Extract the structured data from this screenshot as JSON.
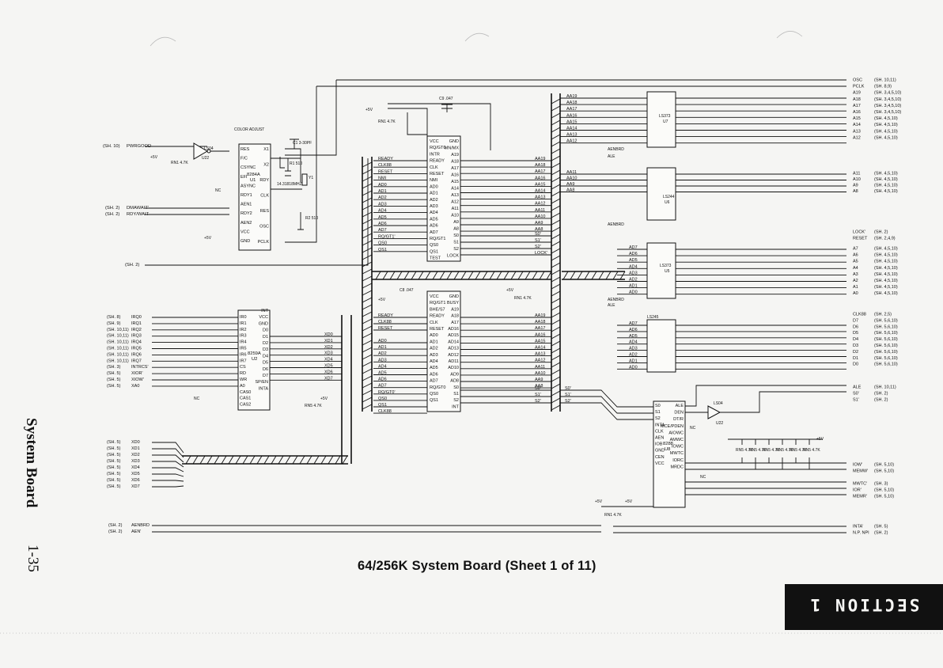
{
  "caption": "64/256K System Board (Sheet 1 of 11)",
  "side_title": "System Board",
  "side_page": "1-35",
  "section_tab": "SECTION 1",
  "left_signals": [
    {
      "ref": "(SH. 10)",
      "name": "PWRGOOD"
    },
    {
      "ref": "(SH. 2)",
      "name": "DMAWAIT'"
    },
    {
      "ref": "(SH. 2)",
      "name": "RDY/WAIT"
    },
    {
      "ref": "(SH. 2)",
      "name": ""
    }
  ],
  "irq_signals": [
    {
      "ref": "(SH. 8)",
      "name": "IRQ0"
    },
    {
      "ref": "(SH. 9)",
      "name": "IRQ1"
    },
    {
      "ref": "(SH. 10,11)",
      "name": "IRQ2"
    },
    {
      "ref": "(SH. 10,11)",
      "name": "IRQ3"
    },
    {
      "ref": "(SH. 10,11)",
      "name": "IRQ4"
    },
    {
      "ref": "(SH. 10,11)",
      "name": "IRQ5"
    },
    {
      "ref": "(SH. 10,11)",
      "name": "IRQ6"
    },
    {
      "ref": "(SH. 10,11)",
      "name": "IRQ7"
    },
    {
      "ref": "(SH. 3)",
      "name": "INTRCS'"
    },
    {
      "ref": "(SH. 5)",
      "name": "XIOR'"
    },
    {
      "ref": "(SH. 5)",
      "name": "XIOW'"
    },
    {
      "ref": "(SH. 5)",
      "name": "XA0"
    }
  ],
  "xd_signals": [
    {
      "ref": "(SH. 5)",
      "name": "XD0"
    },
    {
      "ref": "(SH. 5)",
      "name": "XD1"
    },
    {
      "ref": "(SH. 5)",
      "name": "XD2"
    },
    {
      "ref": "(SH. 5)",
      "name": "XD3"
    },
    {
      "ref": "(SH. 5)",
      "name": "XD4"
    },
    {
      "ref": "(SH. 5)",
      "name": "XD5"
    },
    {
      "ref": "(SH. 5)",
      "name": "XD6"
    },
    {
      "ref": "(SH. 5)",
      "name": "XD7"
    }
  ],
  "aen_signals": [
    {
      "ref": "(SH. 2)",
      "name": "AENBRD"
    },
    {
      "ref": "(SH. 2)",
      "name": "AEN'"
    }
  ],
  "right_signals_top": [
    {
      "name": "OSC",
      "ref": "(SH. 10,11)"
    },
    {
      "name": "PCLK",
      "ref": "(SH. 8,9)"
    },
    {
      "name": "A19",
      "ref": "(SH. 3,4,5,10)"
    },
    {
      "name": "A18",
      "ref": "(SH. 3,4,5,10)"
    },
    {
      "name": "A17",
      "ref": "(SH. 3,4,5,10)"
    },
    {
      "name": "A16",
      "ref": "(SH. 3,4,5,10)"
    },
    {
      "name": "A15",
      "ref": "(SH. 4,5,10)"
    },
    {
      "name": "A14",
      "ref": "(SH. 4,5,10)"
    },
    {
      "name": "A13",
      "ref": "(SH. 4,5,10)"
    },
    {
      "name": "A12",
      "ref": "(SH. 4,5,10)"
    }
  ],
  "right_signals_mid": [
    {
      "name": "A11",
      "ref": "(SH. 4,5,10)"
    },
    {
      "name": "A10",
      "ref": "(SH. 4,5,10)"
    },
    {
      "name": "A9",
      "ref": "(SH. 4,5,10)"
    },
    {
      "name": "A8",
      "ref": "(SH. 4,5,10)"
    }
  ],
  "right_signals_lock": [
    {
      "name": "LOCK'",
      "ref": "(SH. 2)"
    },
    {
      "name": "RESET",
      "ref": "(SH. 2,4,9)"
    }
  ],
  "right_signals_low": [
    {
      "name": "A7",
      "ref": "(SH. 4,5,10)"
    },
    {
      "name": "A6",
      "ref": "(SH. 4,5,10)"
    },
    {
      "name": "A5",
      "ref": "(SH. 4,5,10)"
    },
    {
      "name": "A4",
      "ref": "(SH. 4,5,10)"
    },
    {
      "name": "A3",
      "ref": "(SH. 4,5,10)"
    },
    {
      "name": "A2",
      "ref": "(SH. 4,5,10)"
    },
    {
      "name": "A1",
      "ref": "(SH. 4,5,10)"
    },
    {
      "name": "A0",
      "ref": "(SH. 4,5,10)"
    }
  ],
  "right_signals_data": [
    {
      "name": "CLK88",
      "ref": "(SH. 2,5)"
    },
    {
      "name": "D7",
      "ref": "(SH. 5,6,10)"
    },
    {
      "name": "D6",
      "ref": "(SH. 5,6,10)"
    },
    {
      "name": "D5",
      "ref": "(SH. 5,6,10)"
    },
    {
      "name": "D4",
      "ref": "(SH. 5,6,10)"
    },
    {
      "name": "D3",
      "ref": "(SH. 5,6,10)"
    },
    {
      "name": "D2",
      "ref": "(SH. 5,6,10)"
    },
    {
      "name": "D1",
      "ref": "(SH. 5,6,10)"
    },
    {
      "name": "D0",
      "ref": "(SH. 5,6,10)"
    }
  ],
  "right_signals_ctrl": [
    {
      "name": "ALE",
      "ref": "(SH. 10,11)"
    },
    {
      "name": "S0'",
      "ref": "(SH. 2)"
    },
    {
      "name": "S1'",
      "ref": "(SH. 2)"
    }
  ],
  "right_signals_bus": [
    {
      "name": "IOW'",
      "ref": "(SH. 5,10)"
    },
    {
      "name": "MEMW'",
      "ref": "(SH. 5,10)"
    },
    {
      "name": "MWTC'",
      "ref": "(SH. 3)"
    },
    {
      "name": "IOR'",
      "ref": "(SH. 5,10)"
    },
    {
      "name": "MEMR'",
      "ref": "(SH. 5,10)"
    }
  ],
  "right_signals_bottom": [
    {
      "name": "INTA'",
      "ref": "(SH. 5)"
    },
    {
      "name": "N.P. NPI",
      "ref": "(SH. 2)"
    }
  ],
  "chips": {
    "clock_title": "8284A",
    "clock_ref": "U1",
    "clock_left_pins": [
      "RES",
      "F/C",
      "CSYNC",
      "EFI",
      "ASYNC",
      "RDY1",
      "AEN1",
      "RDY2",
      "AEN2",
      "VCC",
      "GND"
    ],
    "clock_right_pins": [
      "X1",
      "X2",
      "RDY",
      "CLK",
      "RES",
      "OSC",
      "PCLK"
    ],
    "pic_title": "8259A",
    "pic_ref": "U2",
    "pic_left_pins": [
      "IR0",
      "IR1",
      "IR2",
      "IR3",
      "IR4",
      "IR5",
      "IR6",
      "IR7",
      "CS",
      "RD",
      "WR",
      "A0",
      "CAS0",
      "CAS1",
      "CAS2"
    ],
    "pic_right_pins": [
      "INT",
      "VCC",
      "GND",
      "D0",
      "D1",
      "D2",
      "D3",
      "D4",
      "D5",
      "D6",
      "D7",
      "SP/EN",
      "INTA"
    ],
    "cpu_left_pins": [
      "VCC",
      "RQ/GT0",
      "INTR",
      "READY",
      "CLK",
      "RESET",
      "NMI",
      "AD0",
      "AD1",
      "AD2",
      "AD3",
      "AD4",
      "AD5",
      "AD6",
      "AD7",
      "RQ/GT1",
      "QS0",
      "QS1",
      "TEST"
    ],
    "cpu_right_pins": [
      "GND",
      "MN/MX",
      "A19",
      "A18",
      "A17",
      "A16",
      "A15",
      "A14",
      "A13",
      "A12",
      "A11",
      "A10",
      "A9",
      "A8",
      "S0",
      "S1",
      "S2",
      "LOCK"
    ],
    "npu_left_pins": [
      "VCC",
      "RQ/GT1",
      "BHE/S7",
      "READY",
      "CLK",
      "RESET",
      "AD0",
      "AD1",
      "AD2",
      "AD3",
      "AD4",
      "AD5",
      "AD6",
      "AD7",
      "RQ/GT0",
      "QS0",
      "QS1"
    ],
    "npu_right_pins": [
      "GND",
      "BUSY",
      "A19",
      "A18",
      "A17",
      "AD16",
      "AD15",
      "AD14",
      "AD13",
      "AD12",
      "AD11",
      "AD10",
      "AD9",
      "AD8",
      "S0",
      "S1",
      "S2",
      "INT"
    ],
    "latch_hi_title": "LS373",
    "latch_hi_ref": "U7",
    "latch_mid_title": "LS244",
    "latch_mid_ref": "U6",
    "latch_lo_title": "LS373",
    "latch_lo_ref": "U5",
    "xcvr_title": "LS245",
    "bus_title": "8288",
    "bus_ref": "U8",
    "bus_left_pins": [
      "S0",
      "S1",
      "S2",
      "INTA",
      "CLK",
      "AEN",
      "IOB",
      "GND",
      "CEN",
      "VCC"
    ],
    "bus_right_pins": [
      "ALE",
      "DEN",
      "DT/R",
      "MCE/PDEN",
      "AIOWC",
      "AMWC",
      "IOWC",
      "MWTC",
      "IORC",
      "MRDC"
    ],
    "inv_ref": "LS04",
    "inv_u": "U22"
  },
  "passives": {
    "color_adjust": "COLOR ADJUST",
    "c1": "C1 3-30PF",
    "crystal": "14.31818MHZ",
    "y1": "Y1",
    "r1": "R1 510",
    "r2": "R2 510",
    "rn1": "RN1 4.7K",
    "rn5": "RN5 4.7K",
    "c8": "C8 .047",
    "c9": "C9 .047",
    "vcc": "+5V",
    "nc": "NC"
  },
  "cpu_addr_out": [
    "AA19",
    "AA18",
    "AA17",
    "AA16",
    "AA15",
    "AA14",
    "AA13",
    "AA12",
    "AA11",
    "AA10",
    "AA9",
    "AA8"
  ],
  "cpu_ctrl_out": [
    "S0'",
    "S1'",
    "S2'",
    "LOCK'"
  ],
  "cpu_left_bus": [
    "READY",
    "CLK88",
    "RESET",
    "NMI",
    "AD0",
    "AD1",
    "AD2",
    "AD3",
    "AD4",
    "AD5",
    "AD6",
    "AD7",
    "RQ/GT1'",
    "QS0",
    "QS1"
  ],
  "npu_left_bus": [
    "READY",
    "CLK88",
    "RESET",
    "AD0",
    "AD1",
    "AD2",
    "AD3",
    "AD4",
    "AD5",
    "AD6",
    "AD7",
    "RQ/GT0'",
    "QS0",
    "QS1",
    "CLK88"
  ],
  "latch_hi_inputs": [
    "AA19",
    "AA18",
    "AA17",
    "AA16",
    "AA15",
    "AA14",
    "AA13",
    "AA12"
  ],
  "latch_mid_inputs": [
    "AA11",
    "AA10",
    "AA9",
    "AA8"
  ],
  "latch_lo_inputs": [
    "AD7",
    "AD6",
    "AD5",
    "AD4",
    "AD3",
    "AD2",
    "AD1",
    "AD0"
  ],
  "xcvr_inputs": [
    "AD7",
    "AD6",
    "AD5",
    "AD4",
    "AD3",
    "AD2",
    "AD1",
    "AD0"
  ],
  "pic_data_out": [
    "XD0",
    "XD1",
    "XD2",
    "XD3",
    "XD4",
    "XD5",
    "XD6",
    "XD7"
  ],
  "bus_names": [
    "AENBRD",
    "ALE",
    "AENBRD",
    "ALE",
    "AENBRD"
  ]
}
